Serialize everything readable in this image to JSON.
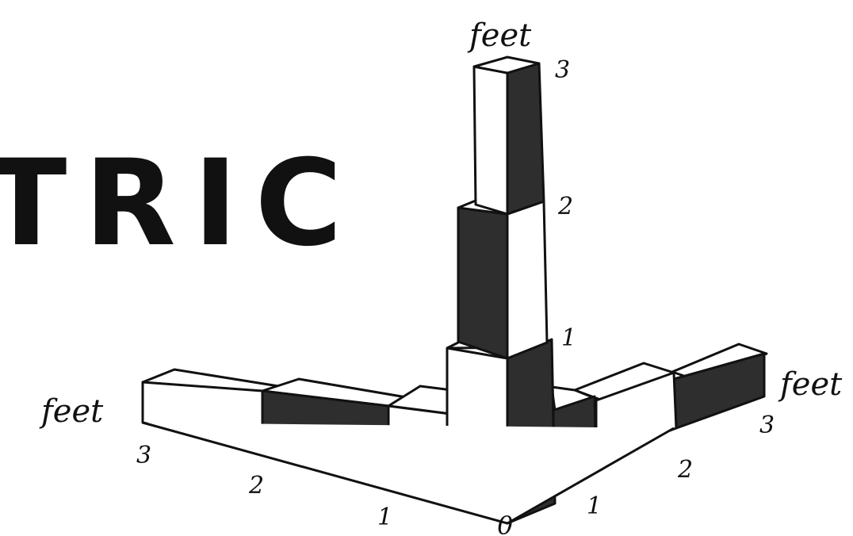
{
  "heading": "TRIC",
  "axes": {
    "vertical": {
      "unit": "feet",
      "ticks": [
        "1",
        "2",
        "3"
      ]
    },
    "left": {
      "unit": "feet",
      "ticks": [
        "1",
        "2",
        "3"
      ]
    },
    "right": {
      "unit": "feet",
      "ticks": [
        "1",
        "2",
        "3"
      ]
    },
    "origin": "0"
  },
  "colors": {
    "dark": "#2e2e2e",
    "light": "#ffffff",
    "ink": "#111111"
  }
}
